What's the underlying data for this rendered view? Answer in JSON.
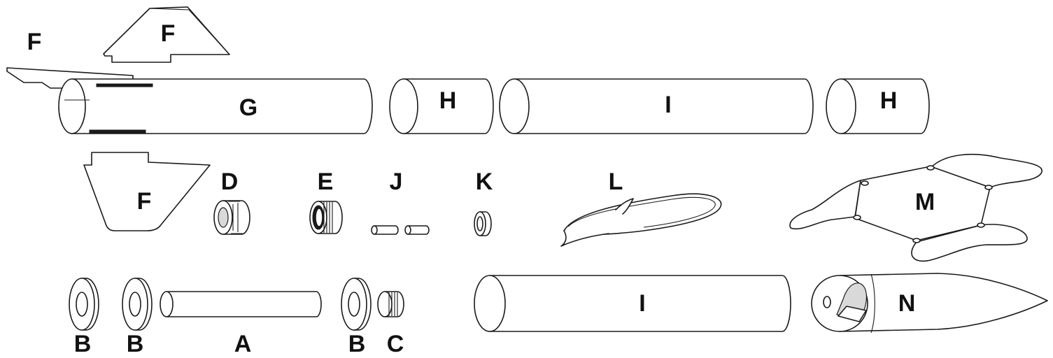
{
  "labels": {
    "fin_top_left": "F",
    "fin_top": "F",
    "body_tube_main": "G",
    "coupler_1": "H",
    "body_tube_upper": "I",
    "coupler_2": "H",
    "fin_bottom": "F",
    "retainer_cap": "D",
    "retainer_body": "E",
    "pins": "J",
    "ring": "K",
    "shock_cord": "L",
    "parachute": "M",
    "centering_ring_1": "B",
    "centering_ring_2": "B",
    "motor_tube": "A",
    "centering_ring_3": "B",
    "thrust_ring": "C",
    "body_tube_lower": "I",
    "nose_cone": "N"
  }
}
